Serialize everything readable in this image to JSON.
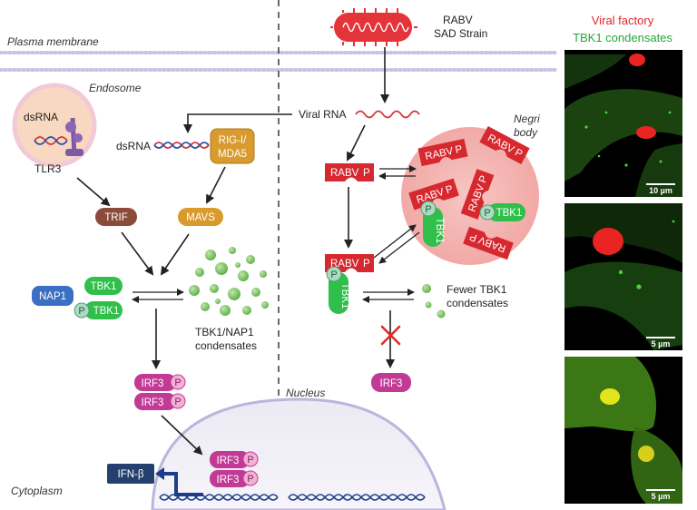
{
  "membrane": {
    "plasma": "Plasma membrane",
    "endosome": "Endosome",
    "nucleus": "Nucleus",
    "cytoplasm": "Cytoplasm"
  },
  "virus": {
    "name": "RABV",
    "strain": "SAD Strain",
    "viral_rna": "Viral RNA",
    "negri": "Negri",
    "body": "body"
  },
  "left": {
    "dsrna_endosome": "dsRNA",
    "tlr3": "TLR3",
    "dsrna": "dsRNA",
    "rigi_line1": "RIG-I/",
    "rigi_line2": "MDA5",
    "trif": "TRIF",
    "mavs": "MAVS",
    "nap1": "NAP1",
    "tbk1": "TBK1",
    "cond_line1": "TBK1/NAP1",
    "cond_line2": "condensates",
    "irf3": "IRF3",
    "ifnb": "IFN-β"
  },
  "right": {
    "rabv": "RABV",
    "p": "P",
    "tbk1": "TBK1",
    "fewer_line1": "Fewer TBK1",
    "fewer_line2": "condensates",
    "irf3": "IRF3"
  },
  "micrographs": {
    "legend_red": "Viral factory",
    "legend_green": "TBK1 condensates",
    "scale1": "10 µm",
    "scale2": "5 µm",
    "scale3": "5 µm"
  },
  "colors": {
    "red_protein": "#d7282f",
    "green_protein": "#2fbf4a",
    "irf3": "#c23a96",
    "trif": "#8b4a3a",
    "mavs": "#d99a2e",
    "nap1": "#3a6fc4",
    "ifn": "#24406e"
  }
}
